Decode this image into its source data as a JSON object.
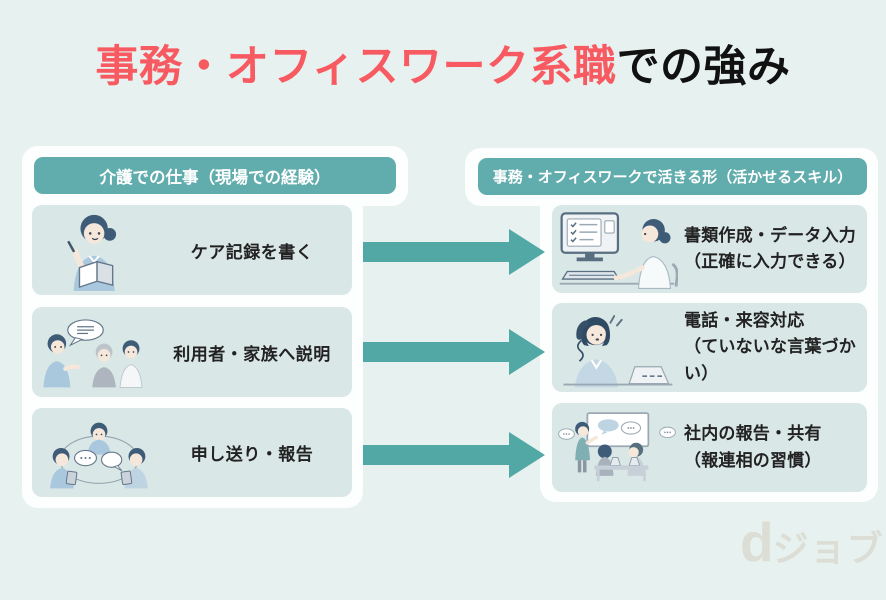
{
  "title": {
    "highlight": "事務・オフィスワーク系職",
    "rest": "での強み"
  },
  "left_panel": {
    "header": "介護での仕事（現場での経験）",
    "rows": [
      {
        "label": "ケア記録を書く",
        "illustration": "care-record-writing-illustration"
      },
      {
        "label": "利用者・家族へ説明",
        "illustration": "explaining-to-family-illustration"
      },
      {
        "label": "申し送り・報告",
        "illustration": "team-handover-illustration"
      }
    ]
  },
  "right_panel": {
    "header": "事務・オフィスワークで活きる形（活かせるスキル）",
    "rows": [
      {
        "label": "書類作成・データ入力",
        "note": "（正確に入力できる）",
        "illustration": "computer-data-entry-illustration"
      },
      {
        "label": "電話・来容対応",
        "note": "（ていないな言葉づかい）",
        "illustration": "phone-reception-illustration"
      },
      {
        "label": "社内の報告・共有",
        "note": "（報連相の習慣）",
        "illustration": "office-meeting-illustration"
      }
    ]
  },
  "arrows": {
    "count": 3,
    "direction": "left-to-right"
  },
  "logo": {
    "d": "d",
    "suffix": "ジョブ"
  },
  "colors": {
    "page_bg": "#E7F2F0",
    "panel_white": "#FDFEFE",
    "teal_header": "#61ACAC",
    "teal_arrow": "#52A8A5",
    "row_bg": "#D9E7E6",
    "title_red": "#F85A61",
    "title_black": "#111111",
    "text_dark": "#222222",
    "logo_gray": "#DCDDD5"
  }
}
